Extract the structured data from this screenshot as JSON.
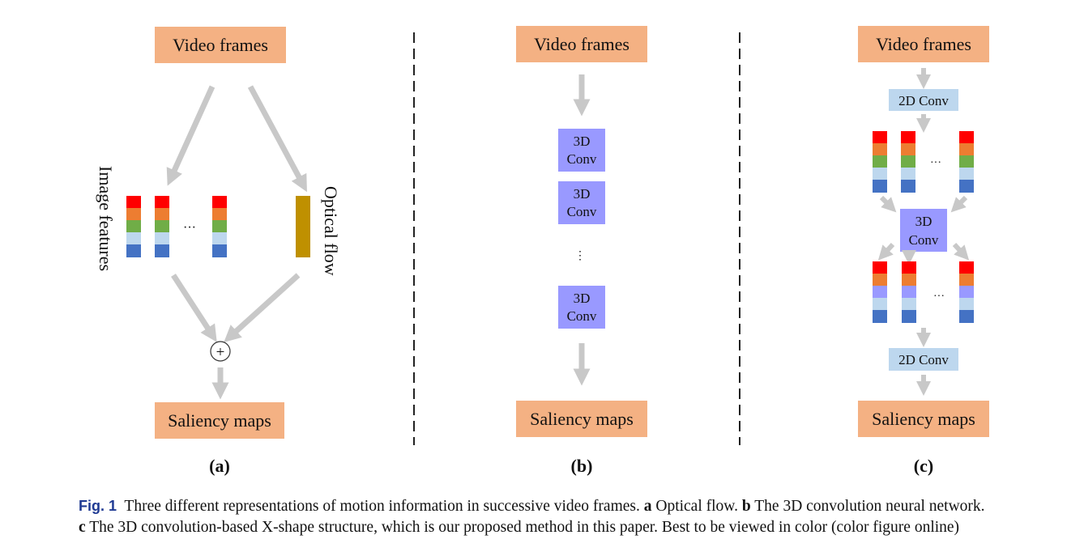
{
  "panel_a": {
    "video_frames": "Video frames",
    "image_features": "Image features",
    "optical_flow": "Optical flow",
    "ellipsis": "···",
    "plus": "+",
    "saliency_maps": "Saliency maps",
    "label": "(a)"
  },
  "panel_b": {
    "video_frames": "Video frames",
    "conv_line1": "3D",
    "conv_line2": "Conv",
    "ellipsis": "⋮",
    "saliency_maps": "Saliency maps",
    "label": "(b)"
  },
  "panel_c": {
    "video_frames": "Video frames",
    "conv2d": "2D Conv",
    "conv3d_line1": "3D",
    "conv3d_line2": "Conv",
    "ellipsis": "···",
    "saliency_maps": "Saliency maps",
    "label": "(c)"
  },
  "colors": {
    "orange_box": "#f4b183",
    "purple_box": "#9999ff",
    "light_blue_box": "#bdd7ee",
    "arrow_gray": "#c8c8c8",
    "optical_flow": "#bf9000",
    "stack": [
      "#ff0000",
      "#ed7d31",
      "#70ad47",
      "#bdd7ee",
      "#4472c4"
    ],
    "stack_c2": [
      "#ff0000",
      "#ed7d31",
      "#9999ff",
      "#bdd7ee",
      "#4472c4"
    ]
  },
  "caption": {
    "fig_label": "Fig. 1",
    "line1": "Three different representations of motion information in successive video frames.",
    "a_letter": "a",
    "a_text": "Optical flow.",
    "b_letter": "b",
    "b_text": "The 3D convolution neural network.",
    "c_letter": "c",
    "c_text": "The 3D convolution-based X-shape structure, which is our proposed method in this paper. Best to be viewed in color (color figure online)"
  }
}
